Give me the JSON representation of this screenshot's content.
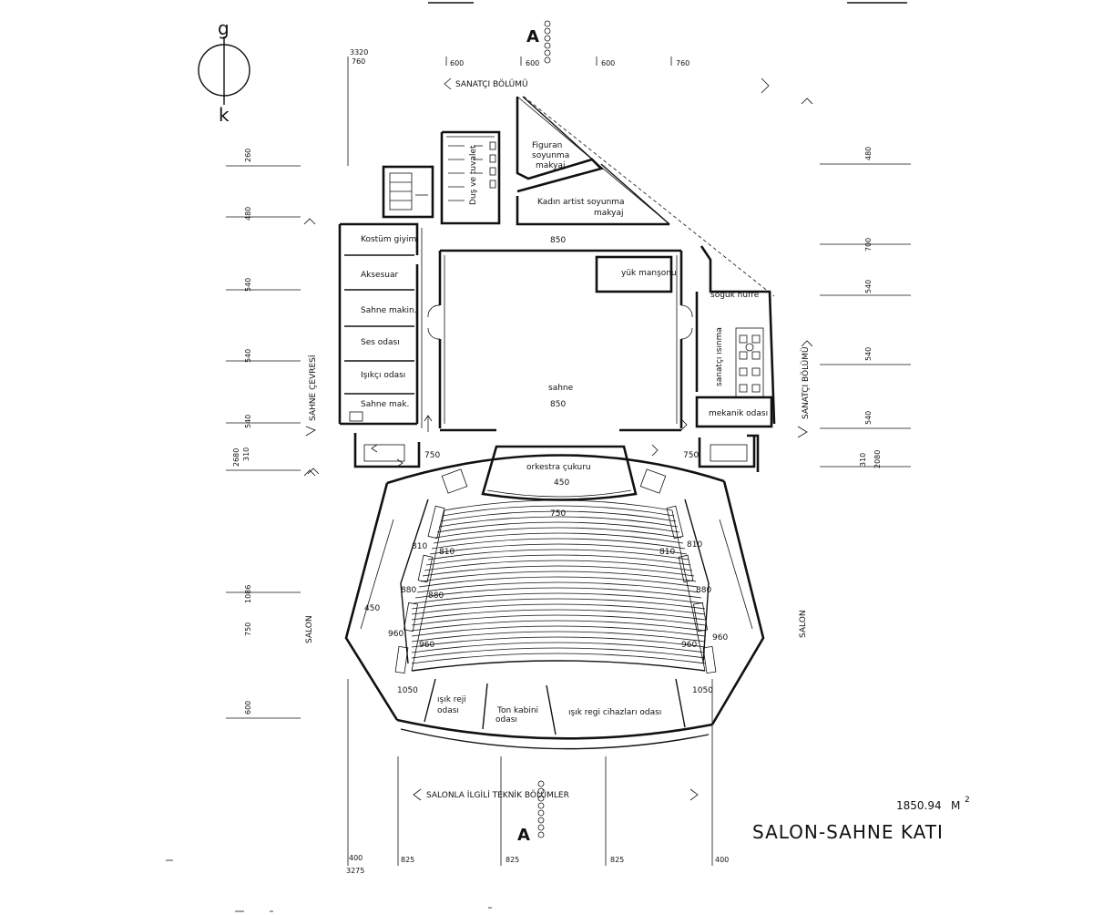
{
  "drawing": {
    "title": "SALON-SAHNE KATI",
    "area_value": "1850.94",
    "area_unit": "M",
    "area_unit_sup": "2"
  },
  "compass": {
    "north_letter": "g",
    "south_letter": "k"
  },
  "section_marks": {
    "top": "A",
    "bottom": "A"
  },
  "zones": {
    "artist_top": "SANATÇI BÖLÜMÜ",
    "artist_right": "SANATÇI BÖLÜMÜ",
    "stage_surround": "SAHNE ÇEVRESİ",
    "hall_left": "SALON",
    "hall_right": "SALON",
    "technical": "SALONLA İLGİLİ TEKNİK BÖLÜMLER"
  },
  "rooms": {
    "figuran": "Figuran",
    "figuran_2": "soyunma",
    "figuran_3": "makyaj",
    "dus": "Duş ve tuvalet",
    "kadin": "Kadın artist soyunma",
    "kadin_2": "makyaj",
    "kostum": "Kostüm giyim",
    "aksesuar": "Aksesuar",
    "sahne_makin": "Sahne makin.",
    "ses_odasi": "Ses odası",
    "isikci_odasi": "Işıkçı odası",
    "sahne_mak": "Sahne mak.",
    "yuk_mansonu": "yük manşonu",
    "sogukhufre": "soğuk hüfre",
    "isinma": "sanatçı ısınma",
    "mekanik": "mekanik odası",
    "sahne": "sahne",
    "sahne_dim": "850",
    "orkestra": "orkestra çukuru",
    "orkestra_dim": "450",
    "isik_regi": "ışık reji",
    "isik_regi_2": "odası",
    "ton_kabini": "Ton kabini",
    "ton_kabini_2": "odası",
    "isik_regi_cihaz": "ışık regi cihazları odası"
  },
  "dimensions": {
    "top_3320": "3320",
    "top_760a": "760",
    "top_600a": "600",
    "top_600b": "600",
    "top_600c": "600",
    "top_760b": "760",
    "left_260": "260",
    "left_480": "480",
    "left_540a": "540",
    "left_540b": "540",
    "left_540c": "540",
    "left_2680": "2680",
    "left_310": "310",
    "left_1086": "1086",
    "left_750": "750",
    "left_600": "600",
    "right_480a": "480",
    "right_700": "700",
    "right_540a": "540",
    "right_540b": "540",
    "right_540c": "540",
    "right_310": "310",
    "right_2080": "2080",
    "stage_850": "850",
    "side_750l": "750",
    "side_750r": "750",
    "row_750": "750",
    "row_810l": "810",
    "row_810l2": "810",
    "row_810r": "810",
    "row_810r2": "810",
    "row_880l": "880",
    "row_880l2": "880",
    "row_880r": "880",
    "row_960l": "960",
    "row_960l2": "960",
    "row_960r": "960",
    "row_960r2": "960",
    "row_1050l": "1050",
    "row_1050r": "1050",
    "aisle_450": "450",
    "bot_400a": "400",
    "bot_3275": "3275",
    "bot_825a": "825",
    "bot_825b": "825",
    "bot_825c": "825",
    "bot_400b": "400"
  }
}
